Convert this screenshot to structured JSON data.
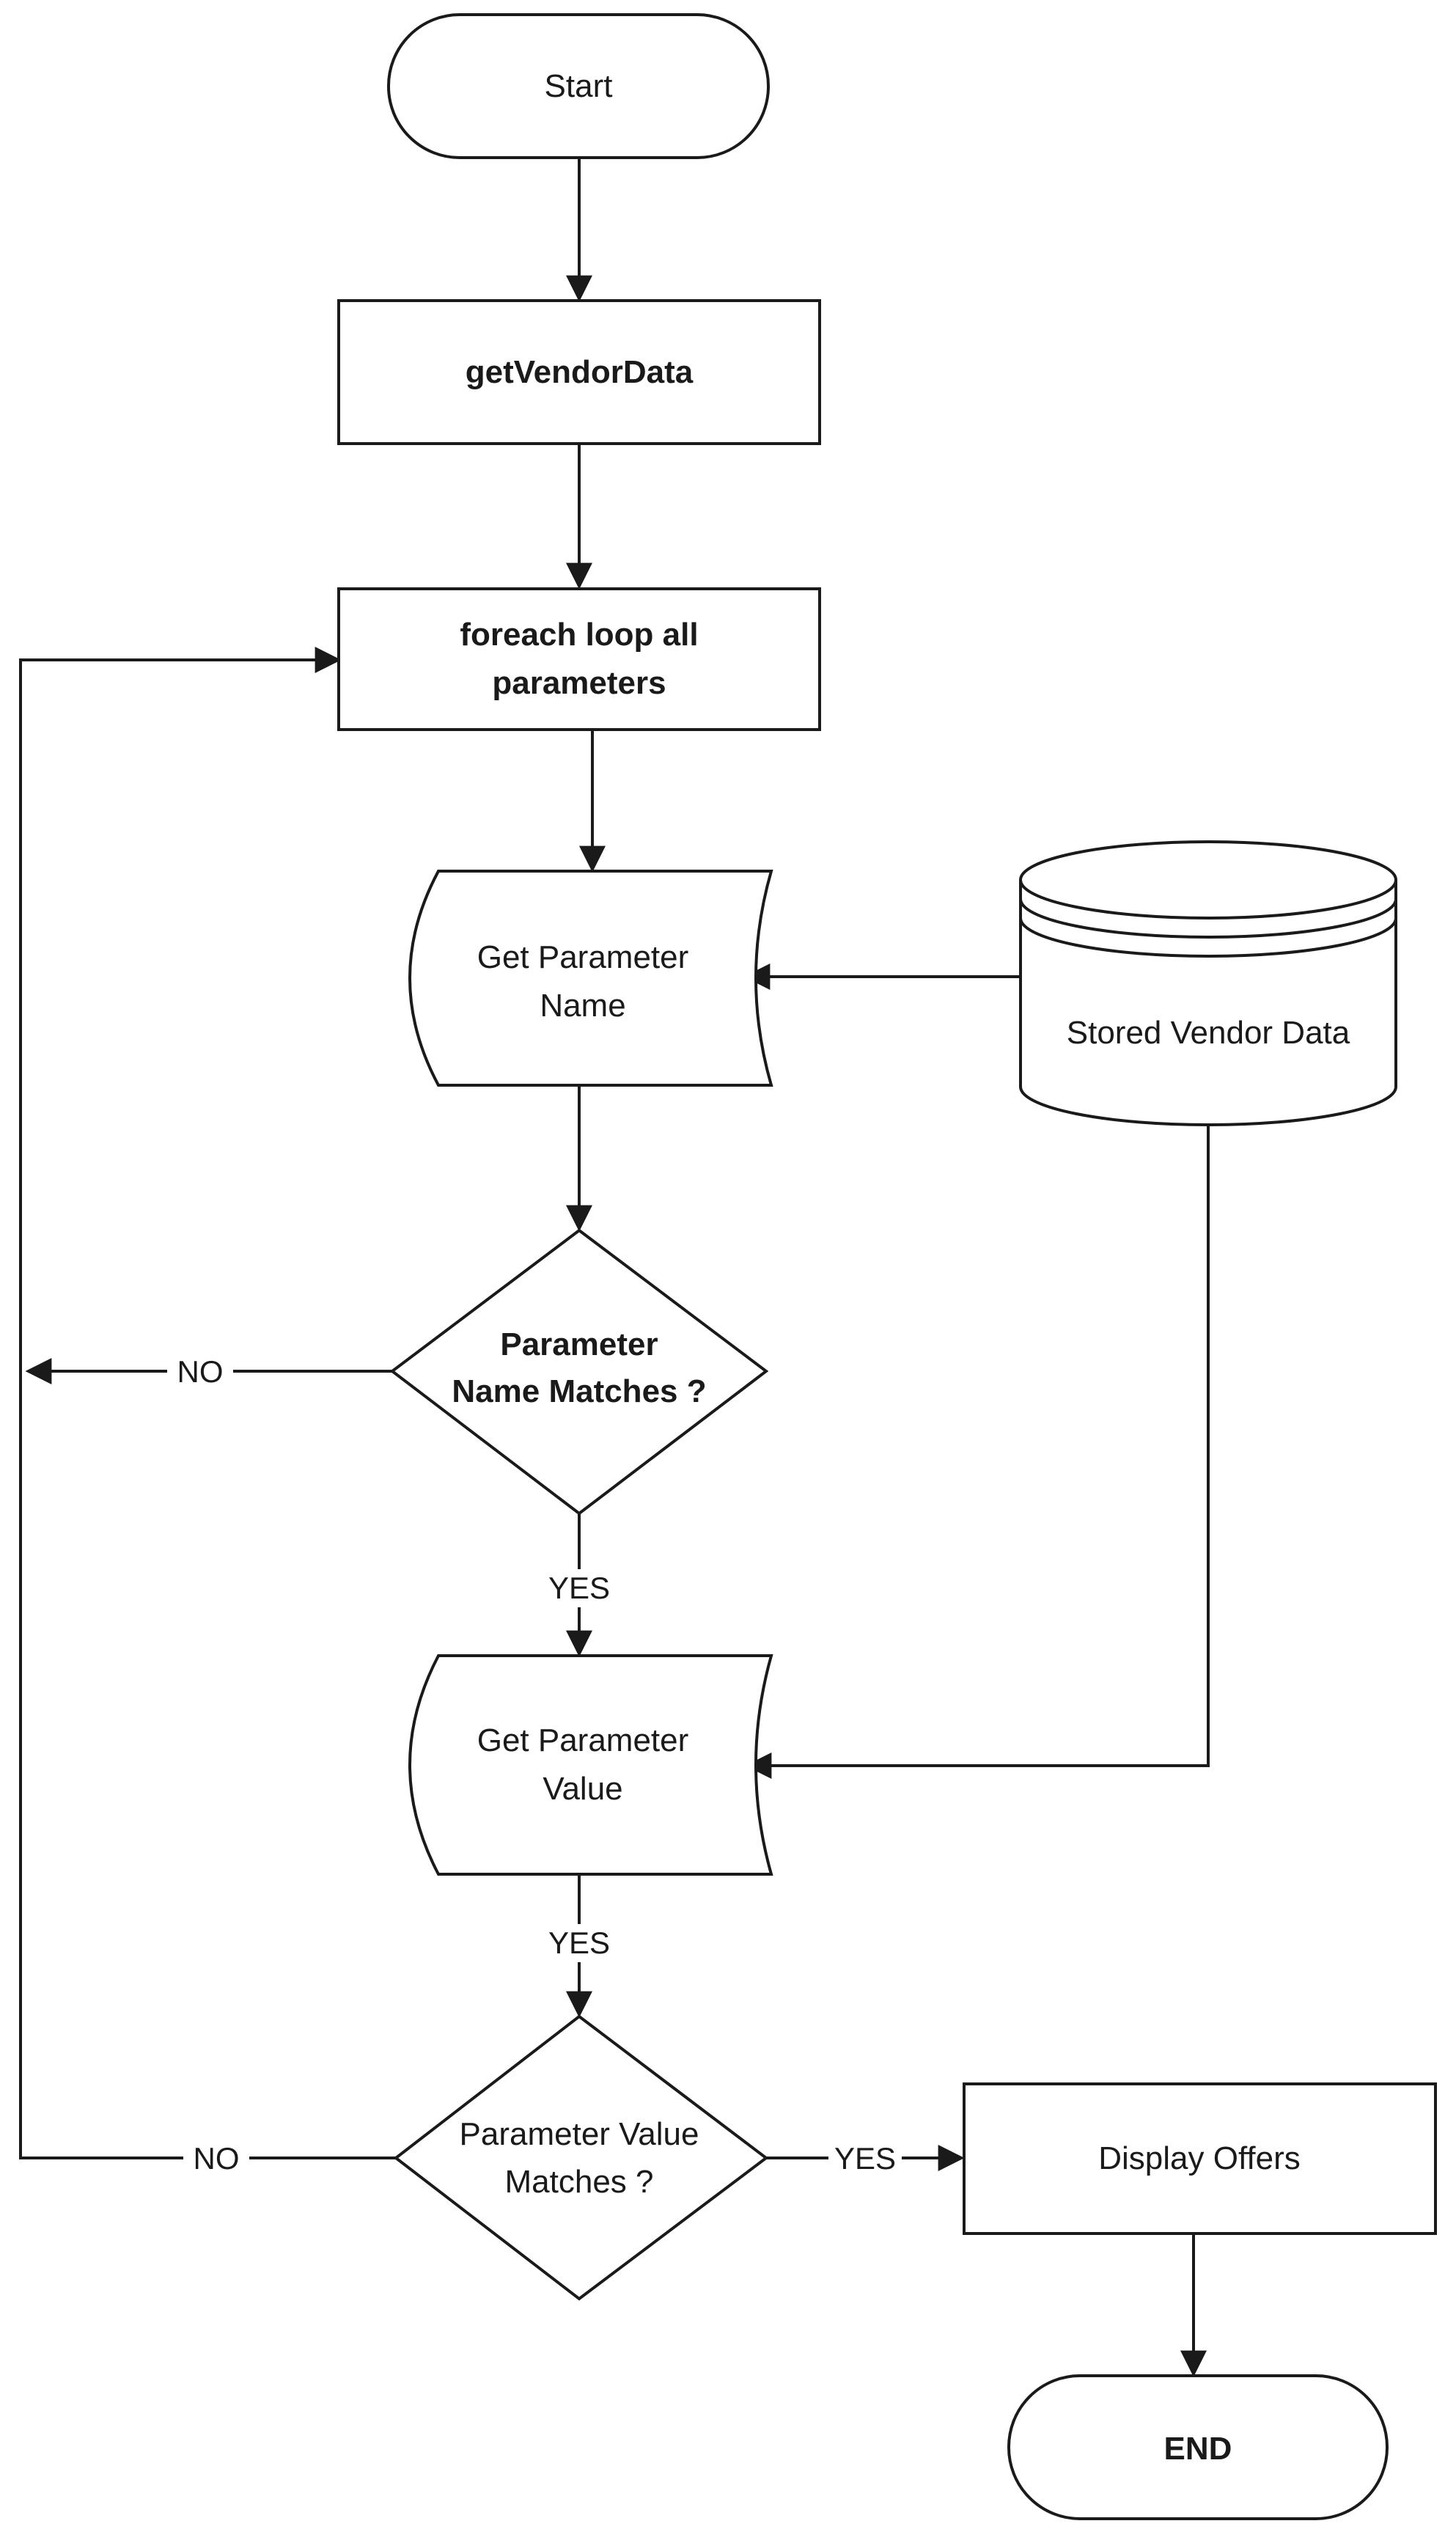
{
  "diagram": {
    "nodes": {
      "start": "Start",
      "get_vendor_data": "getVendorData",
      "foreach_loop": [
        "foreach loop all",
        "parameters"
      ],
      "get_parameter_name": [
        "Get Parameter",
        "Name"
      ],
      "stored_vendor_data": "Stored Vendor Data",
      "parameter_name_matches": [
        "Parameter",
        "Name Matches ?"
      ],
      "get_parameter_value": [
        "Get Parameter",
        "Value"
      ],
      "parameter_value_matches": [
        "Parameter Value",
        "Matches ?"
      ],
      "display_offers": "Display Offers",
      "end": "END"
    },
    "edge_labels": {
      "name_no": "NO",
      "name_yes": "YES",
      "value_yes_down": "YES",
      "value_no": "NO",
      "value_yes_right": "YES"
    }
  }
}
